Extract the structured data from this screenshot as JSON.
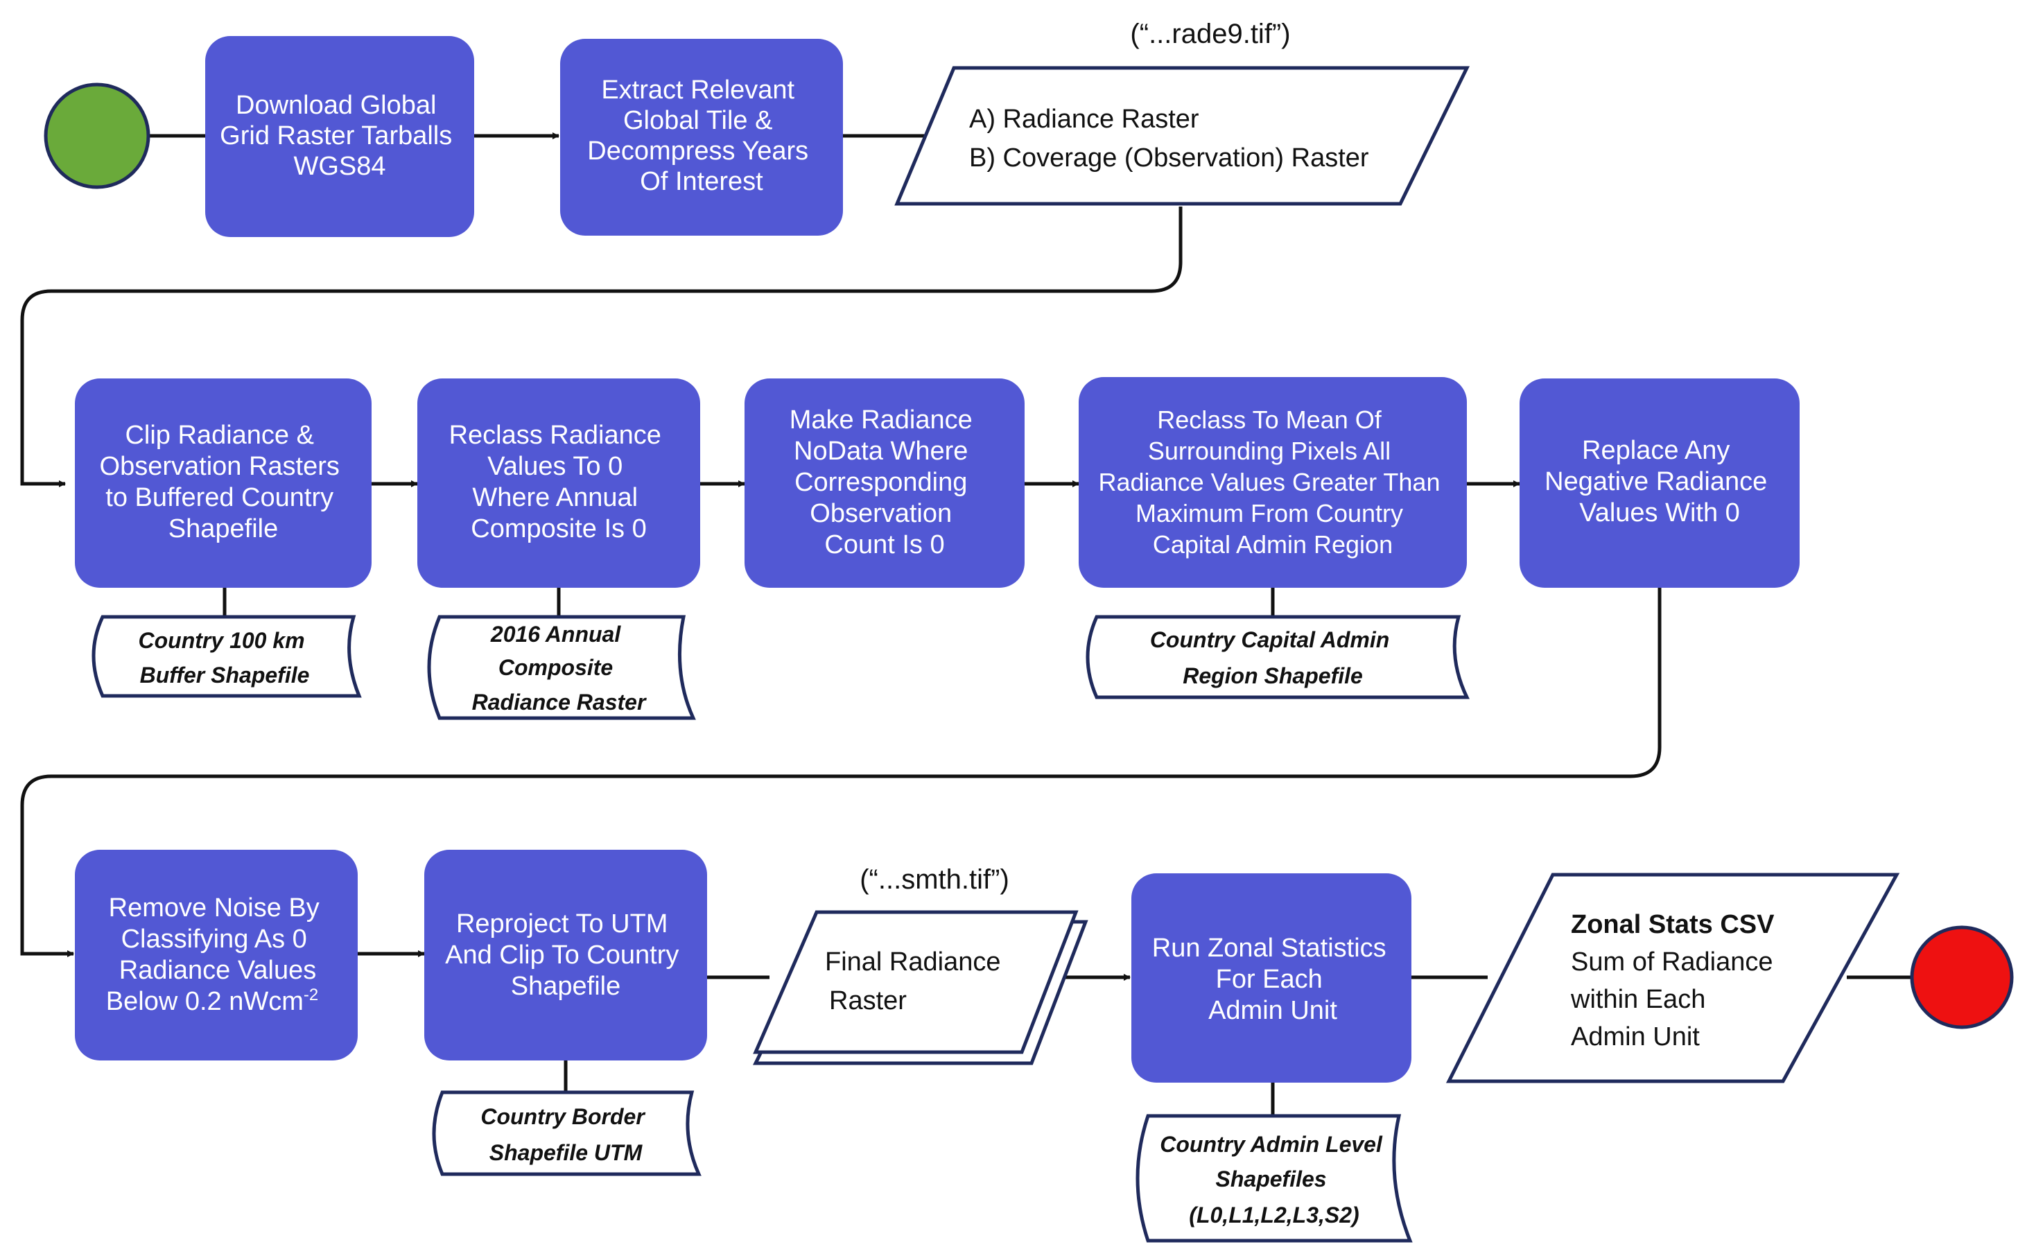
{
  "colors": {
    "process_fill": "#5258d4",
    "start": "#6aaa3a",
    "end": "#ee1111",
    "line": "#111111",
    "io_stroke": "#1f2a5c"
  },
  "nodes": {
    "start": {
      "shape": "circle-green"
    },
    "download": {
      "lines": [
        "Download Global",
        "Grid Raster Tarballs",
        "WGS84"
      ]
    },
    "extract": {
      "lines": [
        "Extract Relevant",
        "Global Tile &",
        "Decompress Years",
        "Of Interest"
      ]
    },
    "rasters_io": {
      "lines": [
        "A) Radiance Raster",
        "B) Coverage (Observation) Raster"
      ]
    },
    "rade9_label": "(“...rade9.tif”)",
    "clip": {
      "lines": [
        "Clip Radiance &",
        "Observation Rasters",
        "to Buffered Country",
        "Shapefile"
      ]
    },
    "reclass_zero": {
      "lines": [
        "Reclass Radiance",
        "Values To 0",
        "Where Annual",
        "Composite Is 0"
      ]
    },
    "nodata": {
      "lines": [
        "Make Radiance",
        "NoData Where",
        "Corresponding",
        "Observation",
        "Count Is 0"
      ]
    },
    "reclass_mean": {
      "lines": [
        "Reclass To Mean Of",
        "Surrounding Pixels All",
        "Radiance Values Greater Than",
        "Maximum From Country",
        "Capital Admin Region"
      ]
    },
    "replace_neg": {
      "lines": [
        "Replace Any",
        "Negative Radiance",
        "Values With 0"
      ]
    },
    "doc_buffer": {
      "lines": [
        "Country 100 km",
        "Buffer Shapefile"
      ]
    },
    "doc_composite": {
      "lines": [
        "2016 Annual",
        "Composite",
        "Radiance Raster"
      ]
    },
    "doc_capital": {
      "lines": [
        "Country Capital Admin",
        "Region Shapefile"
      ]
    },
    "remove_noise": {
      "lines": [
        "Remove Noise By",
        "Classifying As 0",
        "Radiance Values",
        "Below 0.2 nWcm"
      ],
      "superscript": "-2"
    },
    "reproject": {
      "lines": [
        "Reproject To UTM",
        "And Clip To Country",
        "Shapefile"
      ]
    },
    "final_raster": {
      "lines": [
        "Final Radiance",
        "Raster"
      ]
    },
    "smth_label": "(“...smth.tif”)",
    "zonal": {
      "lines": [
        "Run Zonal Statistics",
        "For Each",
        "Admin Unit"
      ]
    },
    "csv": {
      "title": "Zonal Stats CSV",
      "lines": [
        "Sum of Radiance",
        "within Each",
        "Admin Unit"
      ]
    },
    "doc_border": {
      "lines": [
        "Country Border",
        "Shapefile UTM"
      ]
    },
    "doc_admin_levels": {
      "lines": [
        "Country Admin Level",
        "Shapefiles",
        "(L0,L1,L2,L3,S2)"
      ]
    },
    "end": {
      "shape": "circle-red"
    }
  }
}
